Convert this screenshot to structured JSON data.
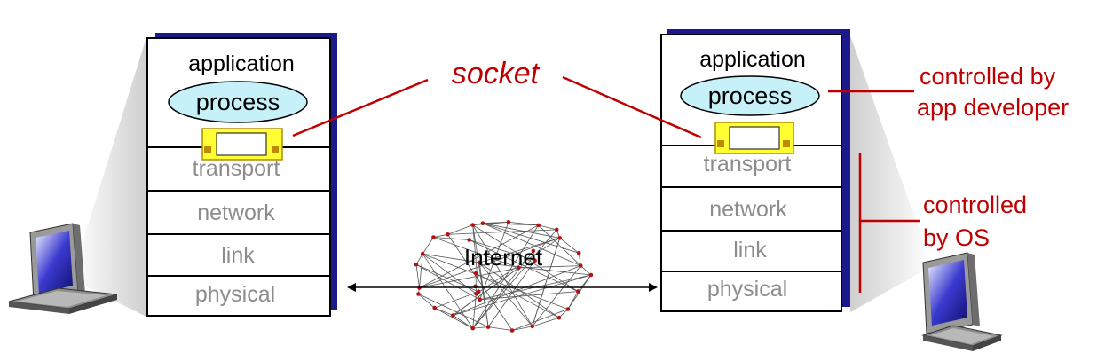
{
  "left_host": {
    "layers": [
      "application",
      "transport",
      "network",
      "link",
      "physical"
    ],
    "process_label": "process"
  },
  "right_host": {
    "layers": [
      "application",
      "transport",
      "network",
      "link",
      "physical"
    ],
    "process_label": "process"
  },
  "socket_label": "socket",
  "internet_label": "Internet",
  "annotation_app": {
    "line1": "controlled by",
    "line2": "app developer"
  },
  "annotation_os": {
    "line1": "controlled",
    "line2": "by OS"
  },
  "colors": {
    "annotation_red": "#c00000",
    "process_fill": "#c6f1f8",
    "socket_fill": "#ffff33",
    "socket_border": "#b08b00",
    "stack_shadow": "#1a1a8c",
    "layer_text": "#8c8c8c"
  }
}
